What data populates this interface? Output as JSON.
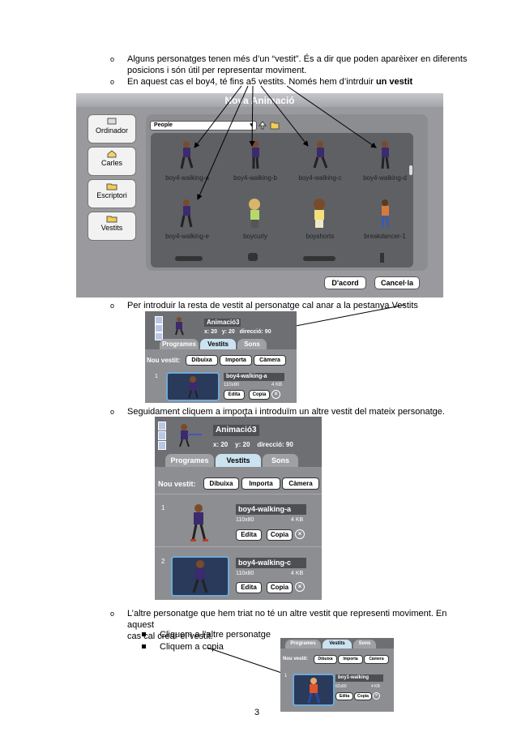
{
  "bullets": [
    {
      "marker": "o",
      "lines": [
        "Alguns personatges tenen més d’un “vestit”. És a dir que poden aparèixer en diferents",
        "posicions i són útil per representar moviment."
      ]
    },
    {
      "marker": "o",
      "text_pre": "En aquest cas el boy4, té fins a5 vestits. Només hem d’intrduir ",
      "text_bold": "un vestit"
    },
    {
      "marker": "o",
      "text": "Per introduir la resta de vestit al personatge cal anar a la pestanya Vestits"
    },
    {
      "marker": "o",
      "text": "Seguidament cliquem a importa i introduïm un altre vestit del mateix personatge."
    },
    {
      "marker": "o",
      "lines": [
        "L’altre personatge que hem triat no té un altre vestit que representi moviment. En aquest",
        "cas cal crear el vestit."
      ]
    }
  ],
  "subbullets": [
    "Cliquem a l’altre personatge",
    "Cliquem a copia"
  ],
  "page_number": "3",
  "dialog": {
    "title": "Nova Animació",
    "folder": "People",
    "sidebar": [
      "Ordinador",
      "Carles",
      "Escriptori",
      "Vestits"
    ],
    "sprites_row1": [
      "boy4-walking-a",
      "boy4-walking-b",
      "boy4-walking-c",
      "boy4-walking-d"
    ],
    "sprites_row2": [
      "boy4-walking-e",
      "boycurly",
      "boyshorts",
      "breakdancer-1"
    ],
    "ok": "D'acord",
    "cancel": "Cancel·la"
  },
  "panel": {
    "sprite_name": "Animació3",
    "x_label": "x:",
    "x_value": "20",
    "y_label": "y:",
    "y_value": "20",
    "direction_label": "direcció:",
    "direction_value": "90",
    "tabs": [
      "Programes",
      "Vestits",
      "Sons"
    ],
    "new_costume": "Nou vestit:",
    "draw": "Dibuixa",
    "import": "Importa",
    "camera": "Càmera",
    "edit": "Edita",
    "copy": "Copia",
    "costumes": [
      {
        "num": "1",
        "name": "boy4-walking-a",
        "size": "110x80",
        "kb": "4 KB"
      },
      {
        "num": "2",
        "name": "boy4-walking-c",
        "size": "110x80",
        "kb": "4 KB"
      }
    ]
  },
  "panel_small": {
    "tabs": [
      "Programes",
      "Vestits",
      "Sons"
    ],
    "new_costume": "Nou vestit:",
    "draw": "Dibuixa",
    "import": "Importa",
    "camera": "Càmera",
    "num": "1",
    "name": "boy1-walking",
    "size": "62x80",
    "kb": "4 KB",
    "edit": "Edita",
    "copy": "Copia"
  },
  "colors": {
    "panel_bg": "#9a9a9e",
    "selected_tab": "#cbe3f0",
    "thumb_border": "#6fa9d6"
  }
}
